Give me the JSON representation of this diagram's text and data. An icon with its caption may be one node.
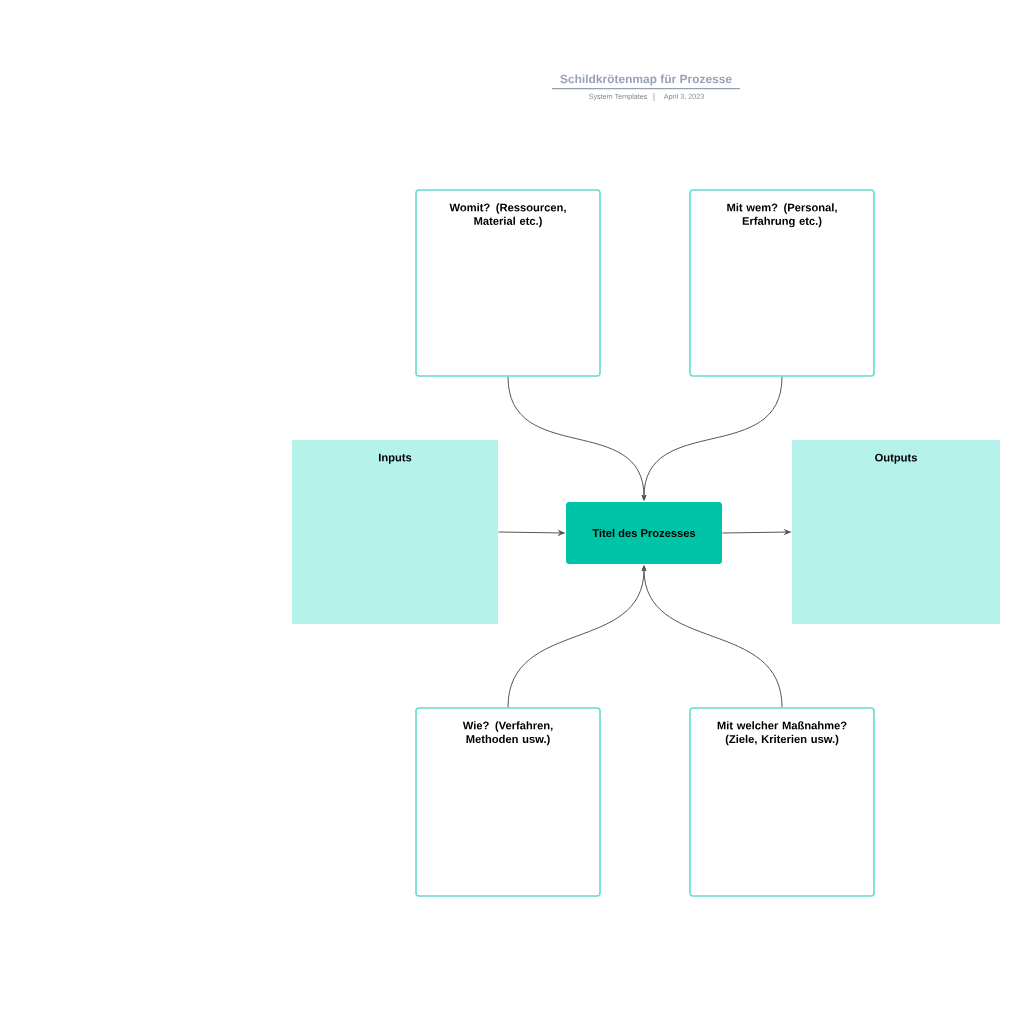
{
  "diagram": {
    "title": "Schildkrötenmap für Prozesse",
    "nodes": [
      {
        "text": [
          "Womit? (Ressourcen, Material etc.)"
        ]
      },
      {
        "text": [
          "Mit wem? (Personal, Erfahrung etc.)"
        ]
      },
      {
        "text": [
          "Inputs"
        ]
      },
      {
        "text": [
          "Titel des Prozesses"
        ]
      },
      {
        "text": [
          "Outputs"
        ]
      },
      {
        "text": [
          "Wie? (Verfahren, Methoden usw.)"
        ]
      },
      {
        "text": [
          "Mit welcher Maßnahme? (Ziele, Kriterien usw.)"
        ]
      }
    ],
    "edges": [
      {
        "from": 0,
        "to": 3,
        "arrow": "to"
      },
      {
        "from": 1,
        "to": 3,
        "arrow": "to"
      },
      {
        "from": 2,
        "to": 3,
        "arrow": "to"
      },
      {
        "from": 3,
        "to": 4,
        "arrow": "to"
      },
      {
        "from": 5,
        "to": 3,
        "arrow": "to"
      },
      {
        "from": 6,
        "to": 3,
        "arrow": "to"
      }
    ],
    "labels": [
      "System Templates",
      "April 3, 2023"
    ]
  }
}
